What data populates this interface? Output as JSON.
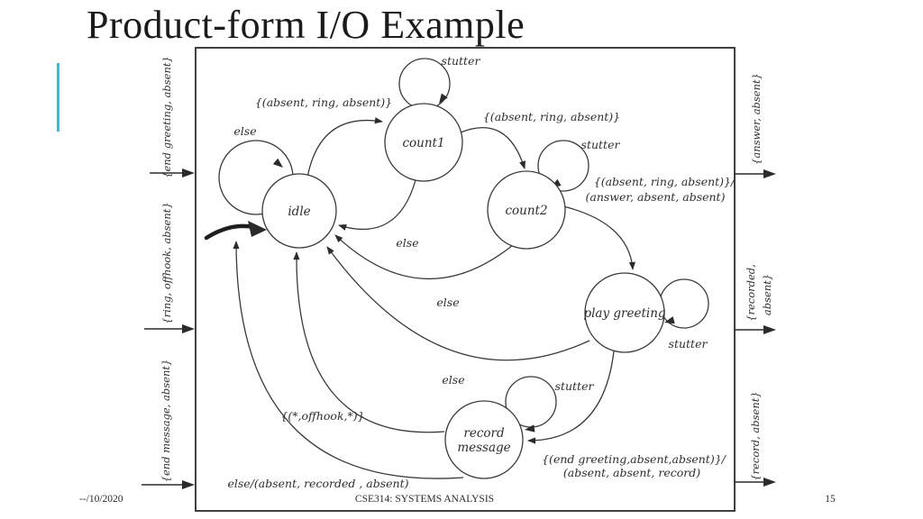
{
  "title": "Product-form I/O Example",
  "footer": {
    "date": "--/10/2020",
    "course": "CSE314: SYSTEMS ANALYSIS",
    "page": "15"
  },
  "diagram": {
    "states": {
      "idle": "idle",
      "count1": "count1",
      "count2": "count2",
      "play_greeting": "play greeting",
      "record_line1": "record",
      "record_line2": "message"
    },
    "loop_labels": {
      "idle_else": "else",
      "count1_stutter": "stutter",
      "count2_stutter": "stutter",
      "play_stutter": "stutter",
      "record_stutter": "stutter"
    },
    "edge_labels": {
      "idle_count1": "{(absent, ring, absent)}",
      "count1_count2": "{(absent, ring, absent)}",
      "count2_play_l1": "{(absent, ring, absent)}/",
      "count2_play_l2": "(answer, absent, absent)",
      "count1_idle": "else",
      "count2_idle": "else",
      "play_idle": "else",
      "record_idle_offhook": "{(*,offhook,*)}",
      "record_idle_else": "else/(absent, recorded , absent)",
      "play_record_l1": "{(end greeting,absent,absent)}/",
      "play_record_l2": "(absent, absent, record)"
    },
    "io_ports": {
      "left_top": "{end greeting, absent}",
      "left_mid": "{ring, offhook, absent}",
      "left_bottom": "{end message, absent}",
      "right_top": "{answer, absent}",
      "right_mid_l1": "{recorded,",
      "right_mid_l2": "absent}",
      "right_bottom": "{record, absent}"
    }
  }
}
